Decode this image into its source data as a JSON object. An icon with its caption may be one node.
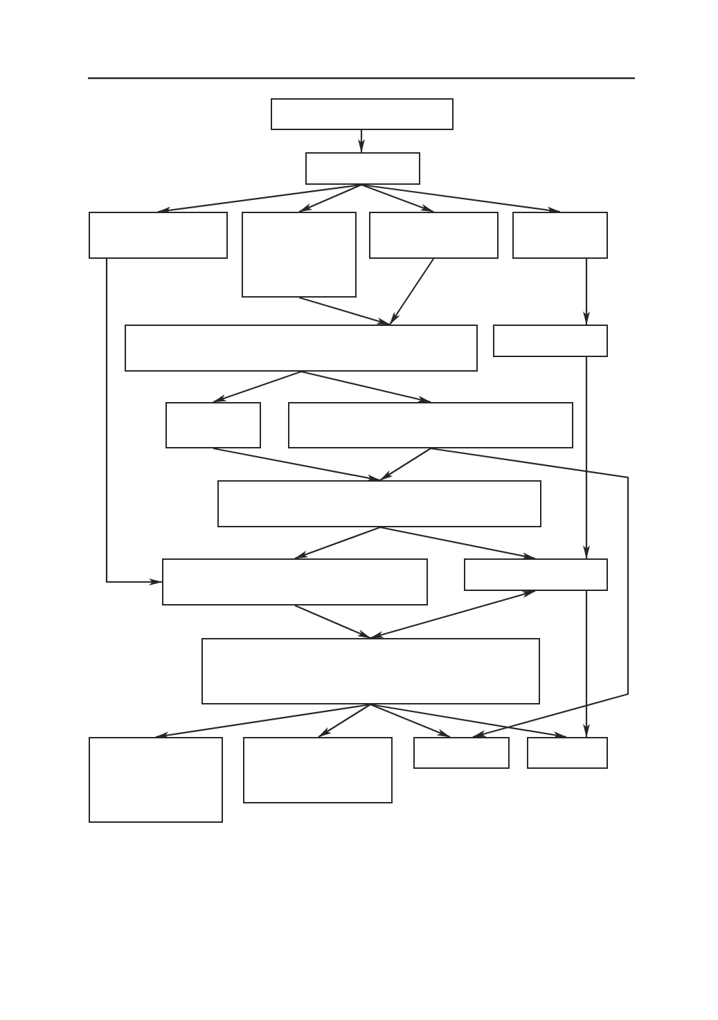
{
  "diagram": {
    "nodes": [
      {
        "text": [],
        "shape": "box"
      },
      {
        "text": [],
        "shape": "box"
      },
      {
        "text": [],
        "shape": "box"
      },
      {
        "text": [],
        "shape": "box"
      },
      {
        "text": [],
        "shape": "box"
      },
      {
        "text": [],
        "shape": "box"
      },
      {
        "text": [],
        "shape": "box"
      },
      {
        "text": [],
        "shape": "box"
      },
      {
        "text": [],
        "shape": "box"
      },
      {
        "text": [],
        "shape": "box"
      },
      {
        "text": [],
        "shape": "box"
      },
      {
        "text": [],
        "shape": "box"
      },
      {
        "text": [],
        "shape": "box"
      },
      {
        "text": [],
        "shape": "box"
      },
      {
        "text": [],
        "shape": "box"
      },
      {
        "text": [],
        "shape": "box"
      },
      {
        "text": [],
        "shape": "box"
      },
      {
        "text": [],
        "shape": "box"
      }
    ],
    "edges": [
      {
        "from": 0,
        "to": 1,
        "arrow": "to"
      },
      {
        "from": 1,
        "to": 2,
        "arrow": "to"
      },
      {
        "from": 1,
        "to": 3,
        "arrow": "to"
      },
      {
        "from": 1,
        "to": 4,
        "arrow": "to"
      },
      {
        "from": 1,
        "to": 5,
        "arrow": "to"
      },
      {
        "from": 2,
        "to": 11,
        "arrow": "to"
      },
      {
        "from": 3,
        "to": 6,
        "arrow": "to"
      },
      {
        "from": 4,
        "to": 6,
        "arrow": "to"
      },
      {
        "from": 5,
        "to": 7,
        "arrow": "to"
      },
      {
        "from": 6,
        "to": 8,
        "arrow": "to"
      },
      {
        "from": 6,
        "to": 9,
        "arrow": "to"
      },
      {
        "from": 7,
        "to": 12,
        "arrow": "to"
      },
      {
        "from": 8,
        "to": 10,
        "arrow": "to"
      },
      {
        "from": 9,
        "to": 10,
        "arrow": "to"
      },
      {
        "from": 9,
        "to": 16,
        "arrow": "to"
      },
      {
        "from": 10,
        "to": 11,
        "arrow": "to"
      },
      {
        "from": 10,
        "to": 12,
        "arrow": "to"
      },
      {
        "from": 11,
        "to": 13,
        "arrow": "to"
      },
      {
        "from": 12,
        "to": 13,
        "arrow": "both"
      },
      {
        "from": 12,
        "to": 17,
        "arrow": "to"
      },
      {
        "from": 13,
        "to": 14,
        "arrow": "to"
      },
      {
        "from": 13,
        "to": 15,
        "arrow": "to"
      },
      {
        "from": 13,
        "to": 16,
        "arrow": "to"
      },
      {
        "from": 13,
        "to": 17,
        "arrow": "to"
      }
    ]
  }
}
